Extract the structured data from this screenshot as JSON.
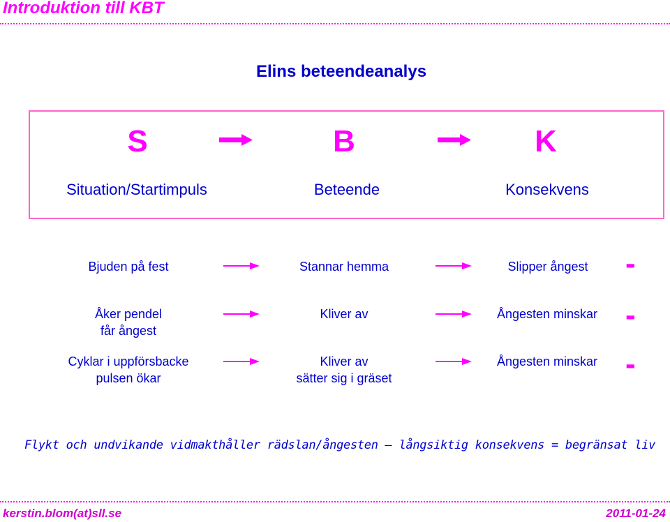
{
  "slide": {
    "title": "Introduktion till KBT"
  },
  "analysis": {
    "title": "Elins beteendeanalys"
  },
  "model": {
    "letters": [
      "S",
      "B",
      "K"
    ],
    "labels": [
      "Situation/Startimpuls",
      "Beteende",
      "Konsekvens"
    ]
  },
  "examples": [
    {
      "s": [
        "Bjuden på fest"
      ],
      "b": [
        "Stannar hemma"
      ],
      "k": [
        "Slipper ångest"
      ],
      "sign": "-"
    },
    {
      "s": [
        "Åker pendel",
        "får ångest"
      ],
      "b": [
        "Kliver av"
      ],
      "k": [
        "Ångesten minskar"
      ],
      "sign": "-"
    },
    {
      "s": [
        "Cyklar i uppförsbacke",
        "pulsen ökar"
      ],
      "b": [
        "Kliver av",
        "sätter sig i gräset"
      ],
      "k": [
        "Ångesten minskar"
      ],
      "sign": "-"
    }
  ],
  "conclusion": "Flykt och undvikande vidmakthåller rädslan/ångesten – långsiktig konsekvens = begränsat liv",
  "footer": {
    "author": "kerstin.blom(at)sll.se",
    "date": "2011-01-24"
  },
  "colors": {
    "accent": "#ff00ff",
    "text": "#0000cc",
    "box_border": "#ff66cc"
  }
}
